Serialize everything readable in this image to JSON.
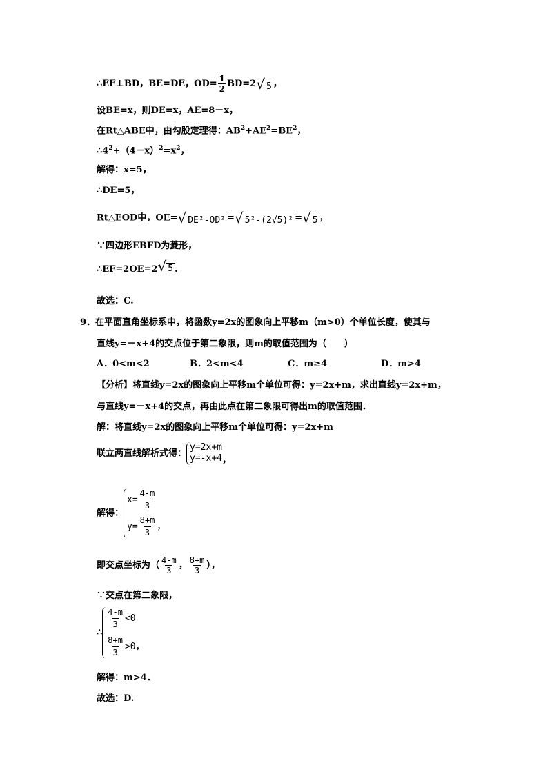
{
  "prev_solution": {
    "l1_a": "∴EF⊥BD，BE=DE，OD=",
    "l1_frac_num": "1",
    "l1_frac_den": "2",
    "l1_b": "BD=2",
    "l1_sqrt": "5",
    "l1_c": "，",
    "l2": "设BE=x，则DE=x，AE=8－x，",
    "l3_a": "在Rt△ABE中，由勾股定理得：AB",
    "l3_sup1": "2",
    "l3_b": "+AE",
    "l3_sup2": "2",
    "l3_c": "=BE",
    "l3_sup3": "2",
    "l3_d": "，",
    "l4_a": "∴4",
    "l4_sup1": "2",
    "l4_b": "+（4－x）",
    "l4_sup2": "2",
    "l4_c": "=x",
    "l4_sup3": "2",
    "l4_d": "，",
    "l5": "解得：x=5，",
    "l6": "∴DE=5，",
    "l7_a": "Rt△EOD中，OE=",
    "l7_sqrt1": "DE²-OD²",
    "l7_eq1": "=",
    "l7_sqrt2": "5²-(2√5)²",
    "l7_eq2": "=",
    "l7_sqrt3": "5",
    "l7_end": "，",
    "l8": "∵四边形EBFD为菱形，",
    "l9_a": "∴EF=2OE=2",
    "l9_sqrt": "5",
    "l9_end": ".",
    "l10": "故选：C."
  },
  "question9": {
    "num": "9．",
    "line1": "在平面直角坐标系中，将函数y=2x的图象向上平移m（m>0）个单位长度，使其与",
    "line2": "直线y=－x+4的交点位于第二象限，则m的取值范围为（　　）",
    "options": [
      "A．0<m<2",
      "B．2<m<4",
      "C．m≥4",
      "D．m>4"
    ]
  },
  "solution9": {
    "analysis1": "【分析】将直线y=2x的图象向上平移m个单位可得：y=2x+m，求出直线y=2x+m，",
    "analysis2": "与直线y=－x+4的交点，再由此点在第二象限可得出m的取值范围．",
    "s1": "解：将直线y=2x的图象向上平移m个单位可得：y=2x+m",
    "s2_label": "联立两直线解析式得：",
    "s2_row1": "y=2x+m",
    "s2_row2": "y=-x+4",
    "s2_end": "，",
    "s3_label": "解得：",
    "s3_x": "x=",
    "s3_xnum": "4-m",
    "s3_xden": "3",
    "s3_y": "y=",
    "s3_ynum": "8+m",
    "s3_yden": "3",
    "s3_end": "，",
    "s4_label": "即交点坐标为（",
    "s4_num1": "4-m",
    "s4_den1": "3",
    "s4_sep": "，",
    "s4_num2": "8+m",
    "s4_den2": "3",
    "s4_end": "），",
    "s5": "∵交点在第二象限，",
    "s6_therefore": "∴",
    "s6_num1": "4-m",
    "s6_den1": "3",
    "s6_rel1": "<0",
    "s6_num2": "8+m",
    "s6_den2": "3",
    "s6_rel2": ">0",
    "s6_end": "，",
    "s7": "解得：m>4．",
    "s8": "故选：D."
  }
}
